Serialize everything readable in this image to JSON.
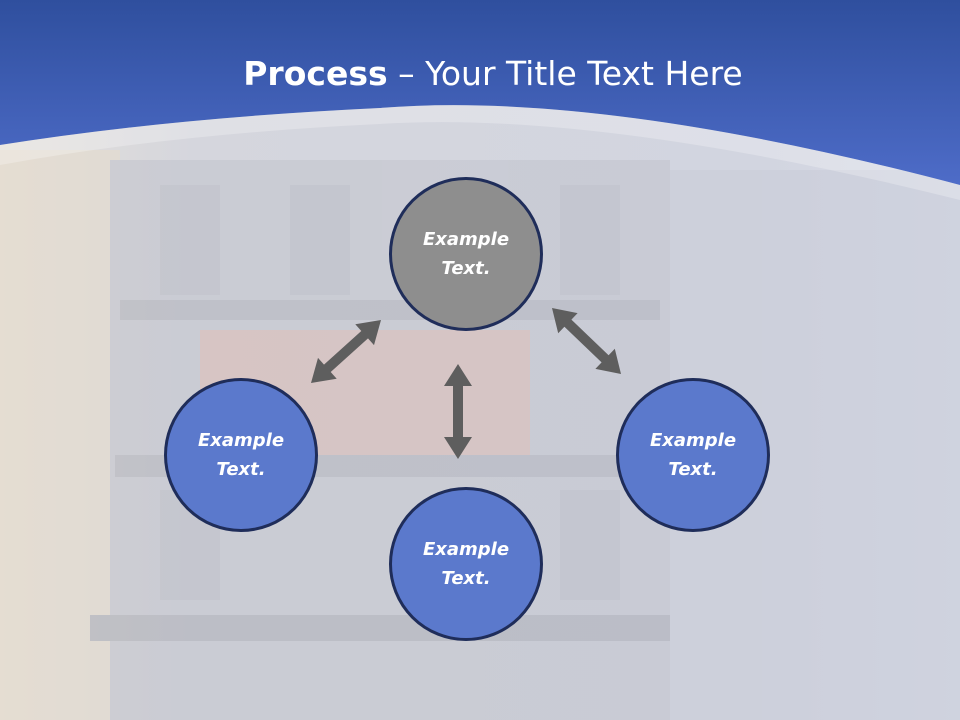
{
  "title": {
    "bold": "Process",
    "rest": " – Your Title Text Here"
  },
  "colors": {
    "banner": "#4a68c4",
    "node_blue": "#5b79cc",
    "node_gray": "#8e8e8e",
    "node_border": "#1f2d5a",
    "arrow": "#5e5e5e"
  },
  "nodes": [
    {
      "id": "top",
      "label": "Example\nText.",
      "style": "gray"
    },
    {
      "id": "left",
      "label": "Example\nText.",
      "style": "blue"
    },
    {
      "id": "bottom",
      "label": "Example\nText.",
      "style": "blue"
    },
    {
      "id": "right",
      "label": "Example\nText.",
      "style": "blue"
    }
  ],
  "arrows": [
    {
      "from": "top",
      "to": "left",
      "type": "double"
    },
    {
      "from": "top",
      "to": "right",
      "type": "double"
    },
    {
      "from": "top",
      "to": "bottom",
      "type": "double"
    }
  ]
}
